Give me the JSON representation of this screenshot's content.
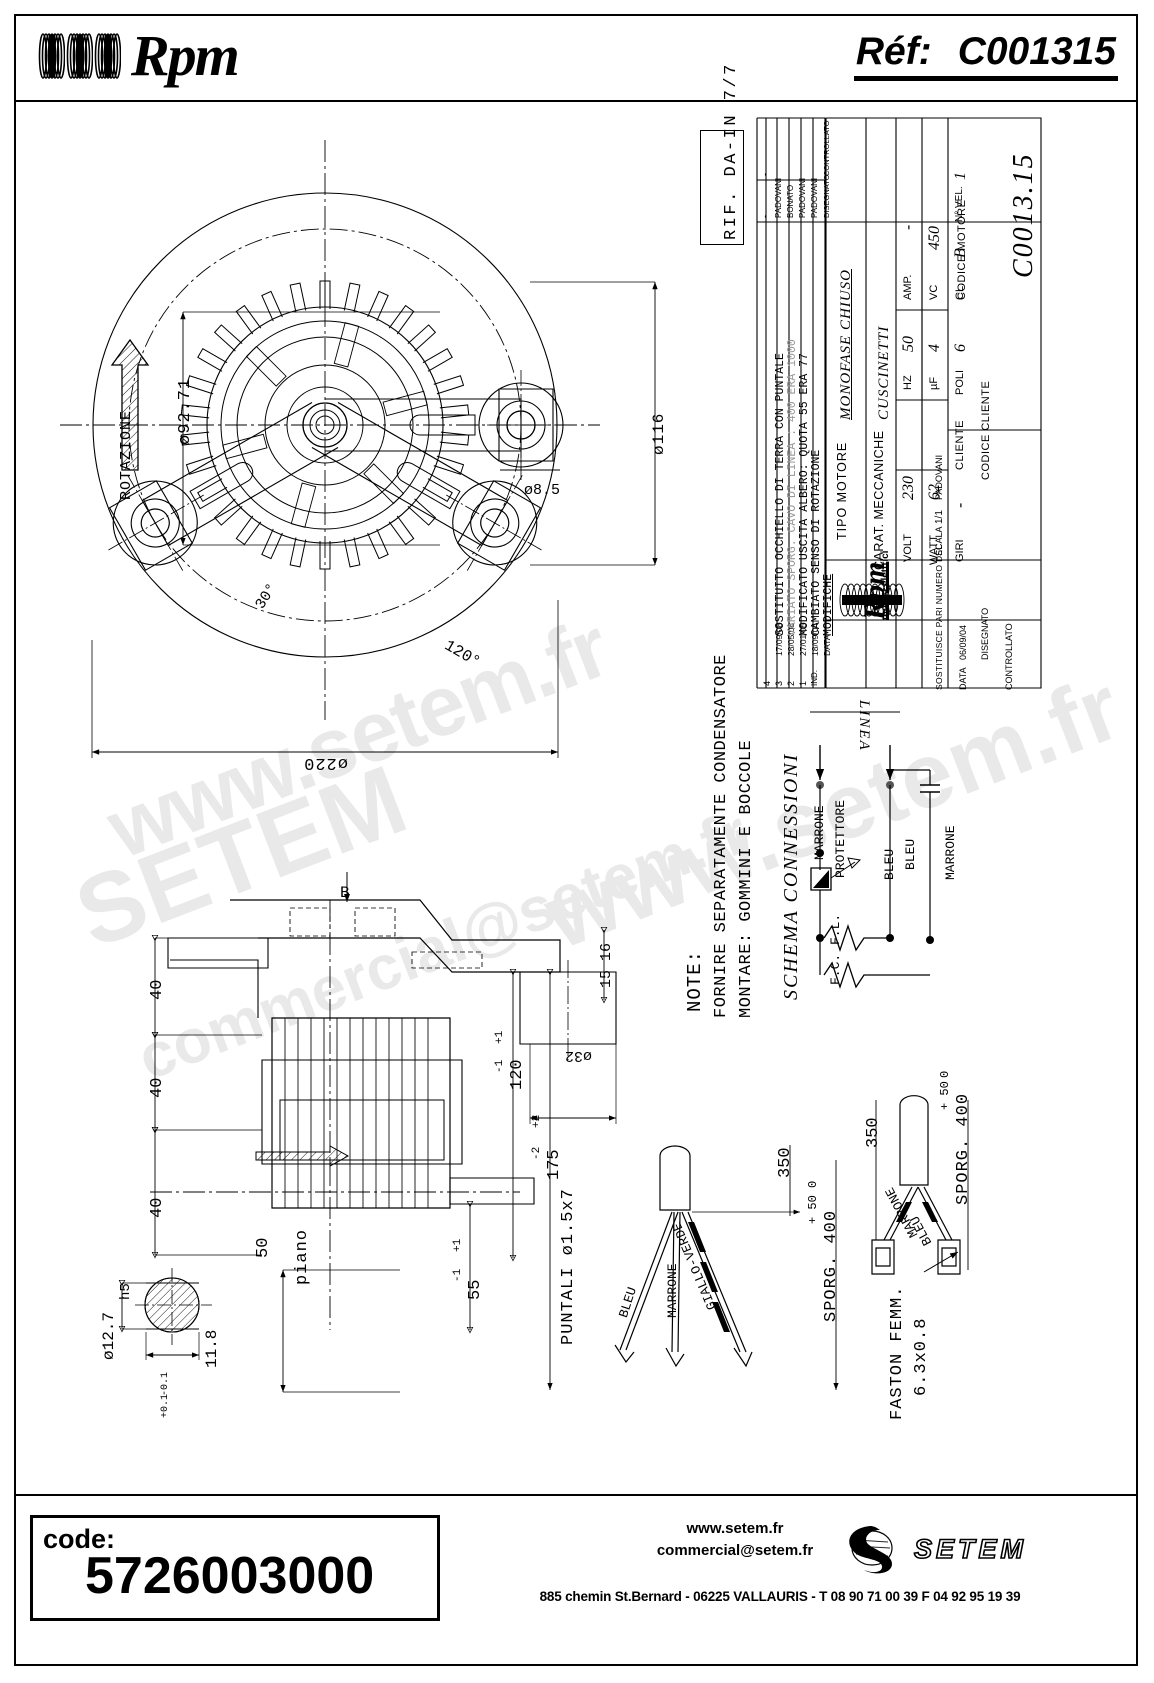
{
  "header": {
    "brand": "Rpm",
    "ref_label": "Réf:",
    "ref_value": "C001315"
  },
  "footer": {
    "code_label": "code:",
    "code_value": "5726003000",
    "website": "www.setem.fr",
    "email": "commercial@setem.fr",
    "address": "885 chemin St.Bernard  -  06225 VALLAURIS  -  T 08 90 71 00 39   F 04 92 95 19 39",
    "company": "SETEM"
  },
  "drawing": {
    "rif": "RIF. DA-IN 7/7",
    "top_view": {
      "rotation_label": "ROTAZIONE",
      "dim_bore": "ø92.71",
      "dim_bolt_circle": "ø116",
      "dim_hole": "ø8.5",
      "dim_outer": "ø220",
      "angle_30": "30°",
      "angle_120": "120°"
    },
    "side_view": {
      "dim_a": "40",
      "dim_b": "40",
      "dim_c": "40",
      "dim_120": "120",
      "tol_120_plus": "+1",
      "tol_120_minus": "-1",
      "dim_175": "175",
      "tol_175_plus": "+2",
      "tol_175_minus": "-2",
      "dim_1516": "15 16",
      "dim_d32": "ø32",
      "dim_50": "50",
      "label_piano": "piano",
      "dim_55": "55",
      "tol_55_plus": "+1",
      "tol_55_minus": "-1",
      "section_mark": "B"
    },
    "shaft_detail": {
      "dim_shaft": "ø12.7",
      "tol_class": "h5",
      "dim_flat": "11.8",
      "tol_flat_plus": "+0.1",
      "tol_flat_minus": "-0.1"
    },
    "notes": {
      "title": "NOTE:",
      "line1": "FORNIRE SEPARATAMENTE CONDENSATORE",
      "line2": "MONTARE: GOMMINI E BOCCOLE"
    },
    "schema": {
      "title": "SCHEMA CONNESSIONI",
      "linea": "LINEA",
      "wire_marrone": "MARRONE",
      "wire_bleu": "BLEU",
      "protettore": "PROTETTORE",
      "fl": "F.L.",
      "fc": "F.C.",
      "wire_bleu2": "BLEU",
      "wire_marrone2": "MARRONE"
    },
    "leads_left": {
      "title": "PUNTALI ø1.5x7",
      "wire1": "BLEU",
      "wire2": "MARRONE",
      "wire3": "GIALLO-VERDE",
      "len_350": "350",
      "sporg": "SPORG. 400",
      "sporg_tol_plus": "+ 50",
      "sporg_tol_minus": "0"
    },
    "leads_right": {
      "title": "FASTON FEMM.",
      "size": "6.3x0.8",
      "wire1": "MARRONE",
      "wire2": "BLEU",
      "len_350": "350",
      "sporg": "SPORG. 400",
      "sporg_tol_plus": "+ 50",
      "sporg_tol_minus": "0"
    }
  },
  "title_block": {
    "brand": "Rpm",
    "brand_sub": "motori elettrici",
    "modifiche_header": "MODIFICHE",
    "col_disegnato": "DISEGNATO",
    "col_controllato": "CONTROLLATO",
    "col_data": "DATA",
    "col_ind": "IND.",
    "revisions": [
      {
        "ind": "1",
        "data": "18/09/04",
        "desc": "CAMBIATO SENSO DI ROTAZIONE",
        "disegnato": "PADOVANI",
        "controllato": ""
      },
      {
        "ind": "2",
        "data": "27/01/05",
        "desc": "MODIFICATO USCITA ALBERO: QUOTA 55 ERA 77",
        "disegnato": "PADOVANI",
        "controllato": ""
      },
      {
        "ind": "3",
        "data": "28/05/08",
        "desc": "VARIATO SPORG. CAVO DI LINEA : 400 ERA 1000",
        "disegnato": "BONATO",
        "controllato": ""
      },
      {
        "ind": "4",
        "data": "17/09/08",
        "desc": "SOSTITUITO OCCHIELLO DI TERRA CON PUNTALE",
        "disegnato": "PADOVANI",
        "controllato": ""
      },
      {
        "ind": "-",
        "data": "-",
        "desc": "",
        "disegnato": "-",
        "controllato": "-"
      }
    ],
    "tipo_motore_label": "TIPO MOTORE",
    "tipo_motore_value": "MONOFASE CHIUSO",
    "carat_label": "CARAT. MECCANICHE",
    "carat_value": "CUSCINETTI",
    "specs": [
      {
        "label": "VOLT",
        "value": "230",
        "label2": "HZ",
        "value2": "50",
        "label3": "AMP.",
        "value3": "-"
      },
      {
        "label": "WATT",
        "value": "62",
        "label2": "µF",
        "value2": "4",
        "label3": "VC",
        "value3": "450"
      },
      {
        "label": "GIRI",
        "value": "-",
        "label2": "POLI",
        "value2": "6",
        "label3": "CL.",
        "value3": "B",
        "label4": "N° VEL.",
        "value4": "1"
      }
    ],
    "cliente_label": "CLIENTE",
    "codice_cliente_label": "CODICE CLIENTE",
    "codice_motore_label": "CODICE MOTORE",
    "codice_motore_value": "C0013.15",
    "sostituisce_label": "SOSTITUISCE PARI NUMERO DEL",
    "sostituisce_value": "-",
    "scala_label": "SCALA",
    "scala_value": "1/1",
    "data_label": "DATA",
    "data_value": "06/09/04",
    "disegnato_label": "DISEGNATO",
    "disegnato_value": "PADOVANI",
    "controllato_label": "CONTROLLATO",
    "controllato_value": ""
  },
  "watermark": {
    "line1": "www.setem.fr",
    "line2": "SETEM",
    "line3": "commercial@setem.fr"
  }
}
